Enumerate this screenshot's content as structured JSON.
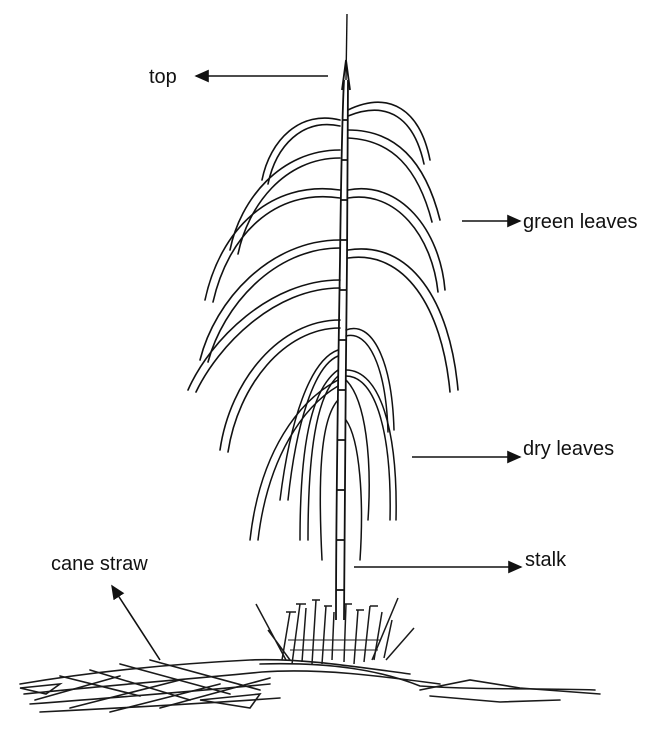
{
  "diagram": {
    "labels": {
      "top": "top",
      "green_leaves": "green leaves",
      "dry_leaves": "dry leaves",
      "stalk": "stalk",
      "cane_straw": "cane straw"
    }
  }
}
